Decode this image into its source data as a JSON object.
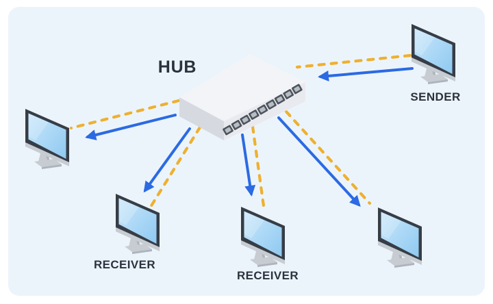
{
  "diagram": {
    "kind": "hub-network-topology",
    "link_visual": {
      "cable_line": "dashed yellow",
      "data_flow_line": "solid blue with arrowhead toward destination"
    }
  },
  "nodes": {
    "hub": {
      "label": "HUB"
    },
    "sender": {
      "label": "SENDER"
    },
    "receiver_left": {
      "label": ""
    },
    "receiver_bottom_left": {
      "label": "RECEIVER"
    },
    "receiver_bottom_middle": {
      "label": "RECEIVER"
    },
    "receiver_bottom_right": {
      "label": ""
    }
  },
  "connections": [
    {
      "from": "sender",
      "to": "hub"
    },
    {
      "from": "hub",
      "to": "receiver_left"
    },
    {
      "from": "hub",
      "to": "receiver_bottom_left"
    },
    {
      "from": "hub",
      "to": "receiver_bottom_middle"
    },
    {
      "from": "hub",
      "to": "receiver_bottom_right"
    }
  ],
  "colors": {
    "page_bg": "#ffffff",
    "panel_bg": "#ecf4fb",
    "line_blue": "#2b6ae3",
    "dash_yellow": "#eeb02f",
    "label_text": "#2b323d",
    "monitor_frame": "#363d46",
    "screen_light": "#c9e7fb",
    "screen_dark": "#8fc9f1",
    "stand_gray": "#c7ccd2",
    "stand_gray_dark": "#aeb4bb",
    "hub_top": "#f3f4f7",
    "hub_left": "#d6d9e0",
    "hub_right": "#e9eaef",
    "port_dark": "#4e545c",
    "port_light": "#b7bdc4"
  }
}
